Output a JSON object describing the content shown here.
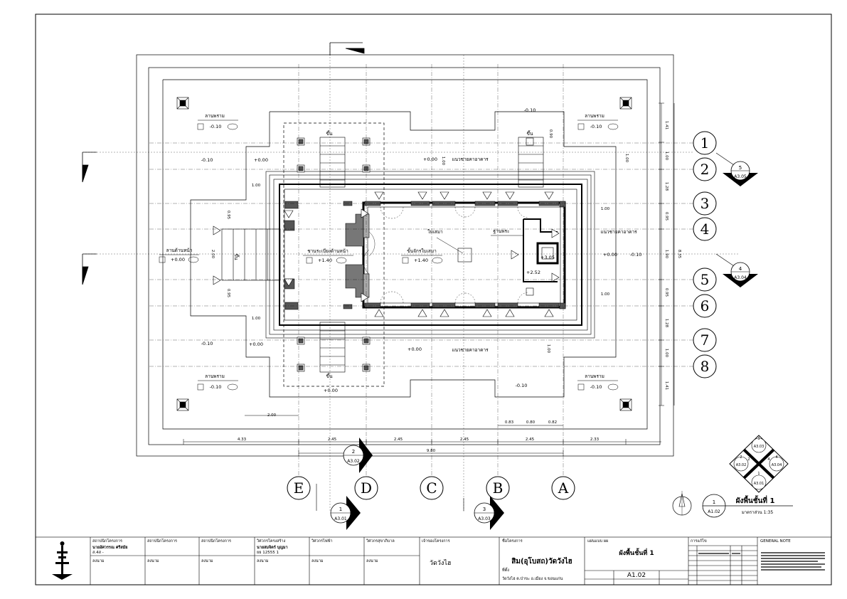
{
  "grid_rows": [
    "1",
    "2",
    "3",
    "4",
    "5",
    "6",
    "7",
    "8"
  ],
  "grid_cols": [
    "E",
    "D",
    "C",
    "B",
    "A"
  ],
  "section_markers": [
    {
      "top": "5",
      "bottom": "A3.05"
    },
    {
      "top": "4",
      "bottom": "A3.04"
    },
    {
      "top": "2",
      "bottom": "A3.02"
    },
    {
      "top": "1",
      "bottom": "A3.01"
    },
    {
      "top": "3",
      "bottom": "A3.03"
    }
  ],
  "key_plan": {
    "top": "3",
    "top_ref": "A3.03",
    "left": "2",
    "left_ref": "A3.02",
    "right": "4",
    "right_ref": "A3.04",
    "bottom": "1",
    "bottom_ref": "A3.01",
    "inner_left": "2",
    "inner_right": "4"
  },
  "plan_dimensions_bottom": [
    "4.33",
    "2.45",
    "2.45",
    "2.45",
    "2.45",
    "2.33"
  ],
  "plan_dimension_overall": "9.80",
  "plan_dimensions_right": [
    "1.41",
    "1.00",
    "1.28",
    "0.95",
    "1.90",
    "0.95",
    "1.28",
    "1.00",
    "1.41"
  ],
  "plan_dimension_right_overall": "8.35",
  "dims_misc": [
    "1.00",
    "1.00",
    "1.00",
    "1.00",
    "1.00",
    "0.95",
    "0.95",
    "2.00",
    "2.00",
    "0.83",
    "0.80",
    "0.82",
    "0.90",
    "1.00",
    "1.00"
  ],
  "levels": {
    "lvl_m010": "-0.10",
    "lvl_000": "+0.00",
    "lvl_140": "+1.40",
    "lvl_305": "+3.05",
    "lvl_252": "+2.52"
  },
  "room_labels": {
    "lan_pradaksin": "ลานพราม",
    "lan_na": "ลานด้านหน้า",
    "chan_na": "ชานระเบียงด้านหน้า",
    "pen_chan": "ขั้นจักรใบเสมา",
    "bai_sema": "ใบเสมา",
    "than_phra": "ฐานพระ",
    "khuen": "ขึ้น",
    "nae_wo": "แนวชายคาอาคาร"
  },
  "drawing_title": {
    "number": "1",
    "sheet": "A1.02",
    "title": "ผังพื้นชั้นที่ 1",
    "scale": "มาตราส่วน 1:35"
  },
  "title_block": {
    "c1_head": "สถาปนิกโครงการ",
    "c1_name": "นายอัศวรรณ ศรีสมัย",
    "c1_sub": "ส.4ส -",
    "c2_head": "สถาปนิกโครงการ",
    "c3_head": "สถาปนิกโครงการ",
    "c4_head": "วิศวกรโครงสร้าง",
    "c4_name": "นายสมจิตร์ บุญมา",
    "c4_sub": "ยย 12555 1",
    "c5_head": "วิศวกรไฟฟ้า",
    "c6_head": "วิศวกรสุขาภิบาล",
    "owner_head": "เจ้าของโครงการ",
    "owner_name": "วัดวังไฮ",
    "project_head": "ชื่อโครงการ",
    "project_name": "สิม(อุโบสถ)วัดวังไฮ",
    "location_head": "ที่ตั้ง",
    "location_text": "วัดวังไฮ ต.ป่าขะ อ.เมือง จ.ขอนแก่น",
    "sheet_head": "แผ่นแบบ ผผ",
    "sheet_title": "ผังพื้นชั้นที่ 1",
    "sheet_no": "A1.02",
    "rev_head": "การแก้ไข",
    "notes_head": "GENERAL NOTE",
    "sign_label": "ลงนาม"
  }
}
